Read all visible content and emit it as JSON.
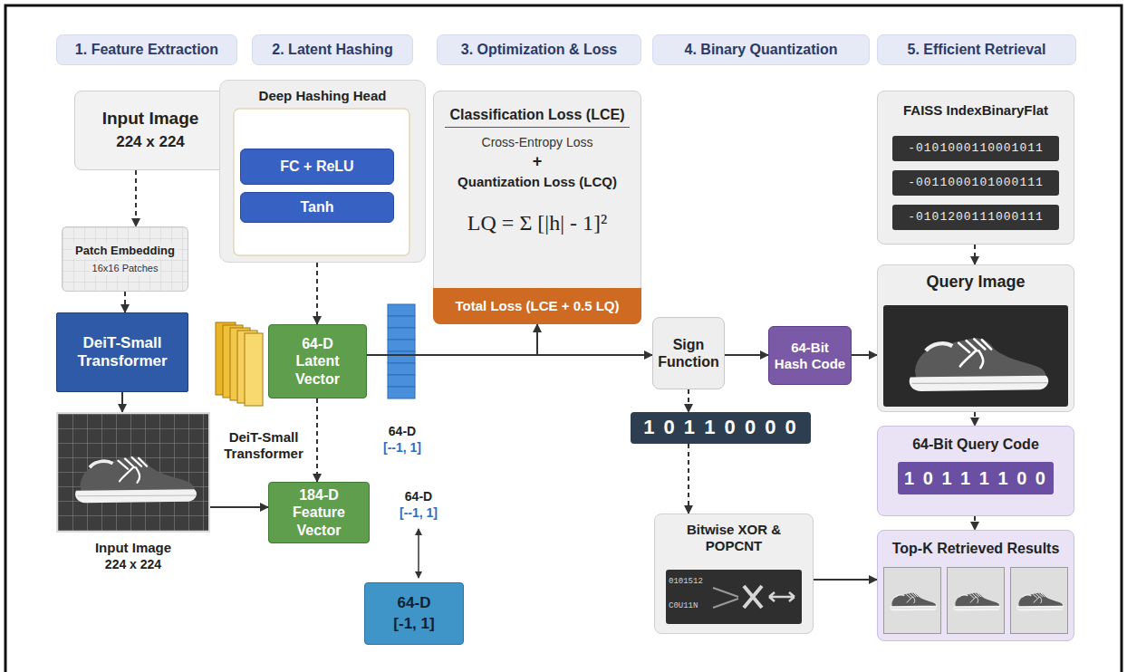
{
  "diagram": {
    "nodes": [
      {
        "text": [
          "1. Feature Extraction"
        ]
      },
      {
        "text": [
          "2. Latent Hashing"
        ]
      },
      {
        "text": [
          "3. Optimization & Loss"
        ]
      },
      {
        "text": [
          "4. Binary Quantization"
        ]
      },
      {
        "text": [
          "5. Efficient Retrieval"
        ]
      },
      {
        "text": [
          "Input Image",
          "224 x 224"
        ]
      },
      {
        "text": [
          "Deep Hashing Head"
        ]
      },
      {
        "text": [
          "FC + ReLU"
        ],
        "in": 6
      },
      {
        "text": [
          "Tanh"
        ],
        "in": 6
      },
      {
        "text": [
          "Classification Loss (LCE)",
          "Cross-Entropy Loss",
          "+",
          "Quantization Loss (LCQ)",
          "LQ = Σ [|h| - 1]²"
        ]
      },
      {
        "text": [
          "Total Loss (LCE + 0.5 LQ)"
        ],
        "in": 9
      },
      {
        "text": [
          "FAISS IndexBinaryFlat"
        ]
      },
      {
        "text": [
          "-0101000110001011"
        ],
        "in": 11
      },
      {
        "text": [
          "-0011000101000111"
        ],
        "in": 11
      },
      {
        "text": [
          "-0101200111000111"
        ],
        "in": 11
      },
      {
        "text": [
          "Patch Embedding",
          "16x16 Patches"
        ]
      },
      {
        "text": [
          "DeiT-Small Transformer"
        ]
      },
      {
        "text": [
          "64-D Latent Vector"
        ]
      },
      {
        "text": [
          "Sign Function"
        ]
      },
      {
        "text": [
          "64-Bit Hash Code"
        ]
      },
      {
        "text": [
          "Query Image"
        ]
      },
      {
        "text": [
          "Input Image",
          "224 x 224"
        ]
      },
      {
        "text": [
          "1 0 1 1 0 0 0 0"
        ]
      },
      {
        "text": [
          "64-Bit Query Code",
          "1 0 1 1 1 1 0 0"
        ]
      },
      {
        "text": [
          "184-D Feature Vector"
        ]
      },
      {
        "text": [
          "64-D",
          "[-1, 1]"
        ]
      },
      {
        "text": [
          "Bitwise XOR & POPCNT"
        ]
      },
      {
        "text": [
          "Top-K Retrieved Results"
        ]
      }
    ],
    "edges": [
      {
        "from": 5,
        "to": 15,
        "arrow": "to"
      },
      {
        "from": 15,
        "to": 16,
        "arrow": "to"
      },
      {
        "from": 16,
        "to": 21,
        "arrow": "to"
      },
      {
        "from": 21,
        "to": 24,
        "arrow": "to"
      },
      {
        "from": 6,
        "to": 17,
        "arrow": "to"
      },
      {
        "from": 17,
        "to": 24,
        "arrow": "to"
      },
      {
        "from": 17,
        "to": 18,
        "arrow": "to"
      },
      {
        "from": 17,
        "to": 10,
        "arrow": "to"
      },
      {
        "from": 18,
        "to": 19,
        "arrow": "to"
      },
      {
        "from": 18,
        "to": 22,
        "arrow": "to"
      },
      {
        "from": 22,
        "to": 26,
        "arrow": "to"
      },
      {
        "from": 19,
        "to": 20,
        "arrow": "to"
      },
      {
        "from": 11,
        "to": 20,
        "arrow": "to"
      },
      {
        "from": 20,
        "to": 23,
        "arrow": "to"
      },
      {
        "from": 23,
        "to": 27,
        "arrow": "to"
      },
      {
        "from": 26,
        "to": 27,
        "arrow": "to"
      }
    ],
    "labels": [
      "DeiT-Small Transformer",
      "64-D",
      "[--1, 1]",
      "64-D",
      "[--1, 1]",
      "0101512",
      "C0U11N"
    ]
  }
}
